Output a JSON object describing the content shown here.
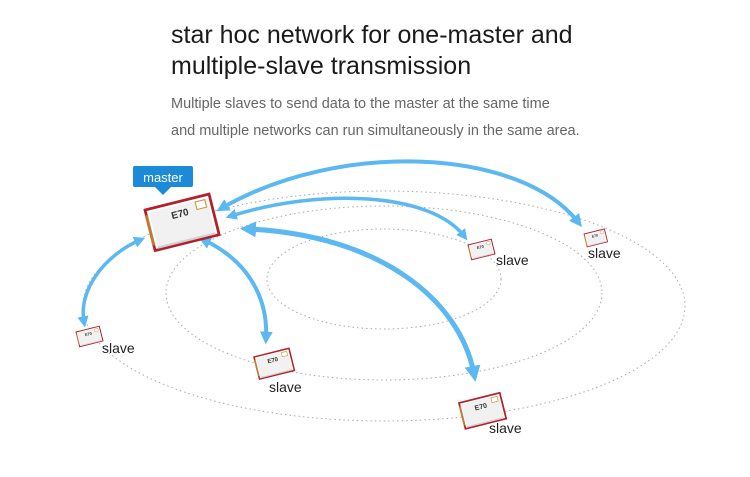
{
  "header": {
    "title_line1": "star hoc network for one-master and",
    "title_line2": "multiple-slave transmission",
    "subtitle_line1": "Multiple slaves to send data to the master at the same time",
    "subtitle_line2": "and multiple networks can run simultaneously in the same area."
  },
  "diagram": {
    "master_tag": "master",
    "master_module": "E70",
    "slaves": [
      {
        "label": "slave",
        "module": "E70"
      },
      {
        "label": "slave",
        "module": "E70"
      },
      {
        "label": "slave",
        "module": "E70"
      },
      {
        "label": "slave",
        "module": "E70"
      },
      {
        "label": "slave",
        "module": "E70"
      }
    ],
    "colors": {
      "arrow": "#5bb8f0",
      "tag": "#1c8ad6",
      "module_border": "#b3202a",
      "ring": "#aaaaaa"
    }
  }
}
